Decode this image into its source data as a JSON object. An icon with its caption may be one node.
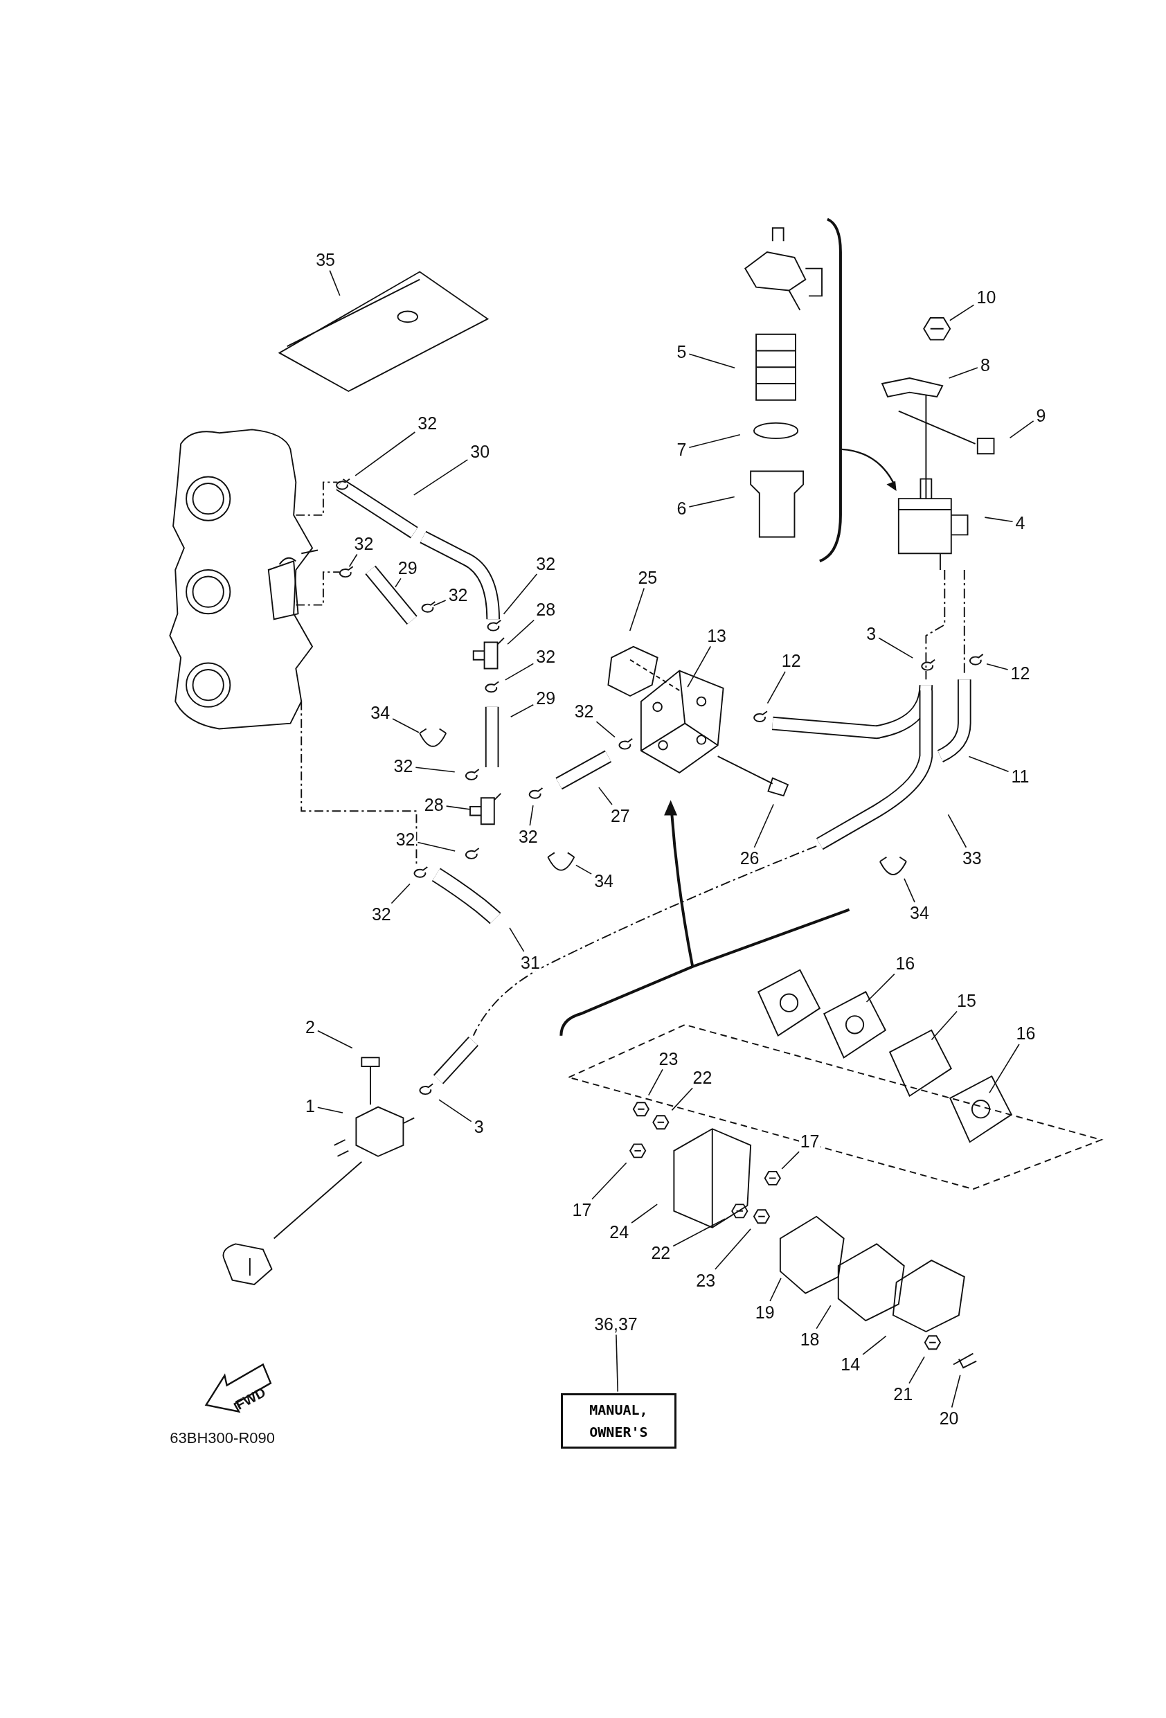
{
  "diagram": {
    "nodes": [
      {
        "text": [
          "35"
        ]
      },
      {
        "text": [
          "32"
        ]
      },
      {
        "text": [
          "30"
        ]
      },
      {
        "text": [
          "32"
        ]
      },
      {
        "text": [
          "29"
        ]
      },
      {
        "text": [
          "32"
        ]
      },
      {
        "text": [
          "32"
        ]
      },
      {
        "text": [
          "28"
        ]
      },
      {
        "text": [
          "32"
        ]
      },
      {
        "text": [
          "29"
        ]
      },
      {
        "text": [
          "34"
        ]
      },
      {
        "text": [
          "32"
        ]
      },
      {
        "text": [
          "28"
        ]
      },
      {
        "text": [
          "32"
        ]
      },
      {
        "text": [
          "32"
        ]
      },
      {
        "text": [
          "32"
        ]
      },
      {
        "text": [
          "27"
        ]
      },
      {
        "text": [
          "34"
        ]
      },
      {
        "text": [
          "32"
        ]
      },
      {
        "text": [
          "31"
        ]
      },
      {
        "text": [
          "25"
        ]
      },
      {
        "text": [
          "13"
        ]
      },
      {
        "text": [
          "12"
        ]
      },
      {
        "text": [
          "26"
        ]
      },
      {
        "text": [
          "5"
        ]
      },
      {
        "text": [
          "7"
        ]
      },
      {
        "text": [
          "6"
        ]
      },
      {
        "text": [
          "10"
        ]
      },
      {
        "text": [
          "8"
        ]
      },
      {
        "text": [
          "9"
        ]
      },
      {
        "text": [
          "4"
        ]
      },
      {
        "text": [
          "3"
        ]
      },
      {
        "text": [
          "12"
        ]
      },
      {
        "text": [
          "11"
        ]
      },
      {
        "text": [
          "33"
        ]
      },
      {
        "text": [
          "34"
        ]
      },
      {
        "text": [
          "16"
        ]
      },
      {
        "text": [
          "15"
        ]
      },
      {
        "text": [
          "16"
        ]
      },
      {
        "text": [
          "23"
        ]
      },
      {
        "text": [
          "22"
        ]
      },
      {
        "text": [
          "17"
        ]
      },
      {
        "text": [
          "17"
        ]
      },
      {
        "text": [
          "24"
        ]
      },
      {
        "text": [
          "22"
        ]
      },
      {
        "text": [
          "23"
        ]
      },
      {
        "text": [
          "19"
        ]
      },
      {
        "text": [
          "18"
        ]
      },
      {
        "text": [
          "14"
        ]
      },
      {
        "text": [
          "21"
        ]
      },
      {
        "text": [
          "20"
        ]
      },
      {
        "text": [
          "2"
        ]
      },
      {
        "text": [
          "1"
        ]
      },
      {
        "text": [
          "3"
        ]
      },
      {
        "text": [
          "36,37"
        ]
      },
      {
        "text": [
          "MANUAL, OWNER'S"
        ]
      }
    ],
    "edges": [
      {
        "from": 0,
        "to": null,
        "arrow": "none"
      },
      {
        "from": 1,
        "to": null,
        "arrow": "none"
      },
      {
        "from": 2,
        "to": null,
        "arrow": "none"
      },
      {
        "from": 3,
        "to": null,
        "arrow": "none"
      },
      {
        "from": 4,
        "to": null,
        "arrow": "none"
      },
      {
        "from": 5,
        "to": null,
        "arrow": "none"
      },
      {
        "from": 6,
        "to": null,
        "arrow": "none"
      },
      {
        "from": 7,
        "to": null,
        "arrow": "none"
      },
      {
        "from": 8,
        "to": null,
        "arrow": "none"
      },
      {
        "from": 9,
        "to": null,
        "arrow": "none"
      },
      {
        "from": 10,
        "to": null,
        "arrow": "none"
      },
      {
        "from": 11,
        "to": null,
        "arrow": "none"
      },
      {
        "from": 12,
        "to": null,
        "arrow": "none"
      },
      {
        "from": 13,
        "to": null,
        "arrow": "none"
      },
      {
        "from": 14,
        "to": null,
        "arrow": "none"
      },
      {
        "from": 15,
        "to": null,
        "arrow": "none"
      },
      {
        "from": 16,
        "to": null,
        "arrow": "none"
      },
      {
        "from": 17,
        "to": null,
        "arrow": "none"
      },
      {
        "from": 18,
        "to": null,
        "arrow": "none"
      },
      {
        "from": 19,
        "to": null,
        "arrow": "none"
      },
      {
        "from": 20,
        "to": null,
        "arrow": "none"
      },
      {
        "from": 21,
        "to": null,
        "arrow": "none"
      },
      {
        "from": 22,
        "to": null,
        "arrow": "none"
      },
      {
        "from": 23,
        "to": null,
        "arrow": "none"
      },
      {
        "from": 24,
        "to": null,
        "arrow": "none"
      },
      {
        "from": 25,
        "to": null,
        "arrow": "none"
      },
      {
        "from": 26,
        "to": null,
        "arrow": "none"
      },
      {
        "from": 27,
        "to": null,
        "arrow": "none"
      },
      {
        "from": 28,
        "to": null,
        "arrow": "none"
      },
      {
        "from": 29,
        "to": null,
        "arrow": "none"
      },
      {
        "from": 30,
        "to": null,
        "arrow": "none"
      },
      {
        "from": 31,
        "to": null,
        "arrow": "none"
      },
      {
        "from": 32,
        "to": null,
        "arrow": "none"
      },
      {
        "from": 33,
        "to": null,
        "arrow": "none"
      },
      {
        "from": 34,
        "to": null,
        "arrow": "none"
      },
      {
        "from": 35,
        "to": null,
        "arrow": "none"
      },
      {
        "from": 36,
        "to": null,
        "arrow": "none"
      },
      {
        "from": 37,
        "to": null,
        "arrow": "none"
      },
      {
        "from": 38,
        "to": null,
        "arrow": "none"
      },
      {
        "from": 39,
        "to": null,
        "arrow": "none"
      },
      {
        "from": 40,
        "to": null,
        "arrow": "none"
      },
      {
        "from": 41,
        "to": null,
        "arrow": "none"
      },
      {
        "from": 42,
        "to": null,
        "arrow": "none"
      },
      {
        "from": 43,
        "to": null,
        "arrow": "none"
      },
      {
        "from": 44,
        "to": null,
        "arrow": "none"
      },
      {
        "from": 45,
        "to": null,
        "arrow": "none"
      },
      {
        "from": 46,
        "to": null,
        "arrow": "none"
      },
      {
        "from": 47,
        "to": null,
        "arrow": "none"
      },
      {
        "from": 48,
        "to": null,
        "arrow": "none"
      },
      {
        "from": 49,
        "to": null,
        "arrow": "none"
      },
      {
        "from": 50,
        "to": null,
        "arrow": "none"
      },
      {
        "from": 51,
        "to": null,
        "arrow": "none"
      },
      {
        "from": 52,
        "to": null,
        "arrow": "none"
      },
      {
        "from": 53,
        "to": null,
        "arrow": "none"
      },
      {
        "from": 54,
        "to": 55,
        "arrow": "none"
      }
    ],
    "labels": [
      "FWD",
      "63BH300-R090"
    ]
  }
}
